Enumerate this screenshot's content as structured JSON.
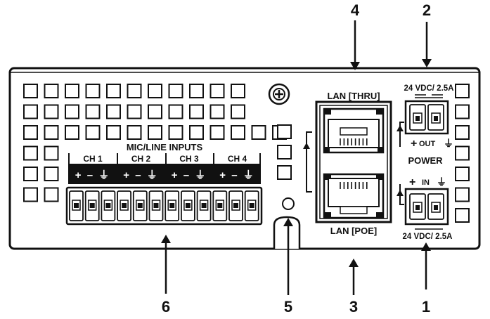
{
  "callouts": [
    {
      "id": "callout-4",
      "label": "4"
    },
    {
      "id": "callout-2",
      "label": "2"
    },
    {
      "id": "callout-3",
      "label": "3"
    },
    {
      "id": "callout-1",
      "label": "1"
    },
    {
      "id": "callout-5",
      "label": "5"
    },
    {
      "id": "callout-6",
      "label": "6"
    }
  ],
  "panel_labels": {
    "lan_thru": "LAN [THRU]",
    "lan_poe": "LAN [POE]",
    "power_out_rating": "24 VDC/ 2.5A",
    "power_in_rating": "24 VDC/ 2.5A",
    "out": "OUT",
    "in": "IN",
    "power": "POWER",
    "mic_line_inputs": "MIC/LINE INPUTS"
  },
  "channels": [
    {
      "name": "CH 1",
      "pins": "+ – ⏚"
    },
    {
      "name": "CH 2",
      "pins": "+ – ⏚"
    },
    {
      "name": "CH 3",
      "pins": "+ – ⏚"
    },
    {
      "name": "CH 4",
      "pins": "+ – ⏚"
    }
  ],
  "colors": {
    "line": "#111111",
    "background": "#ffffff"
  }
}
